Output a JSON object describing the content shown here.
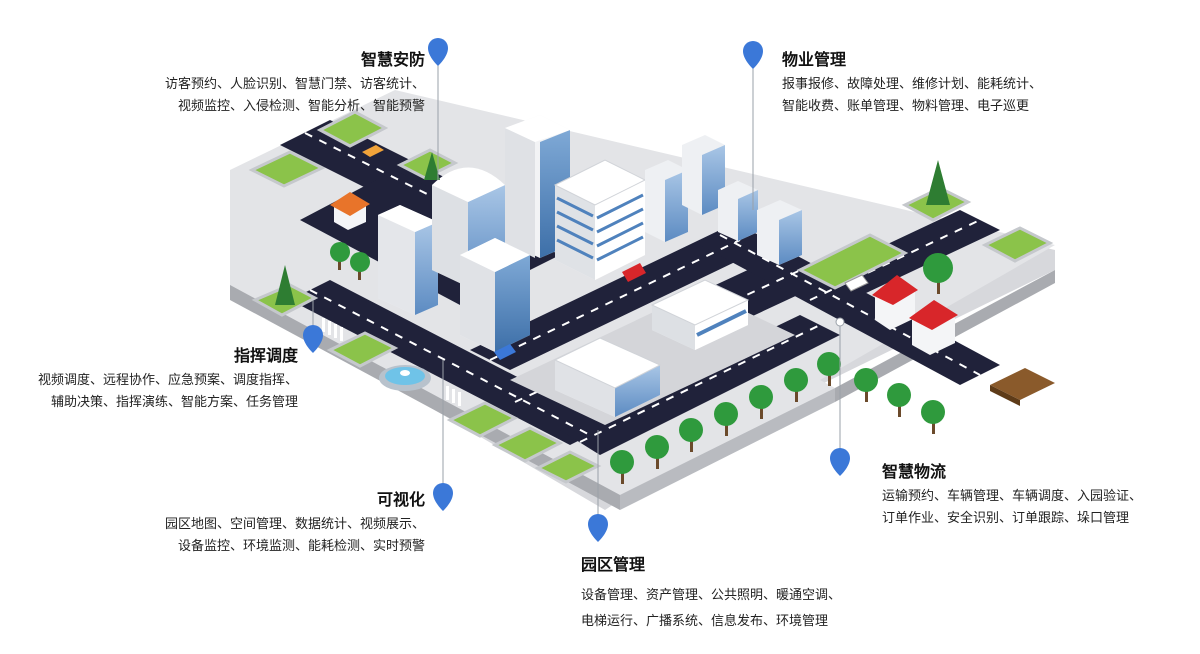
{
  "colors": {
    "pin": "#3b78d8",
    "road": "#20223a",
    "ground_top": "#e2e3e6",
    "ground_side": "#a9abb0",
    "grass": "#8bc34a",
    "tree": "#2f9a3d",
    "roof_red": "#d8262a"
  },
  "modules": {
    "security": {
      "title": "智慧安防",
      "line1": "访客预约、人脸识别、智慧门禁、访客统计、",
      "line2": "视频监控、入侵检测、智能分析、智能预警"
    },
    "property": {
      "title": "物业管理",
      "line1": "报事报修、故障处理、维修计划、能耗统计、",
      "line2": "智能收费、账单管理、物料管理、电子巡更"
    },
    "command": {
      "title": "指挥调度",
      "line1": "视频调度、远程协作、应急预案、调度指挥、",
      "line2": "辅助决策、指挥演练、智能方案、任务管理"
    },
    "logistics": {
      "title": "智慧物流",
      "line1": "运输预约、车辆管理、车辆调度、入园验证、",
      "line2": "订单作业、安全识别、订单跟踪、垛口管理"
    },
    "visual": {
      "title": "可视化",
      "line1": "园区地图、空间管理、数据统计、视频展示、",
      "line2": "设备监控、环境监测、能耗检测、实时预警"
    },
    "park": {
      "title": "园区管理",
      "line1": "设备管理、资产管理、公共照明、暖通空调、",
      "line2": "电梯运行、广播系统、信息发布、环境管理"
    }
  }
}
